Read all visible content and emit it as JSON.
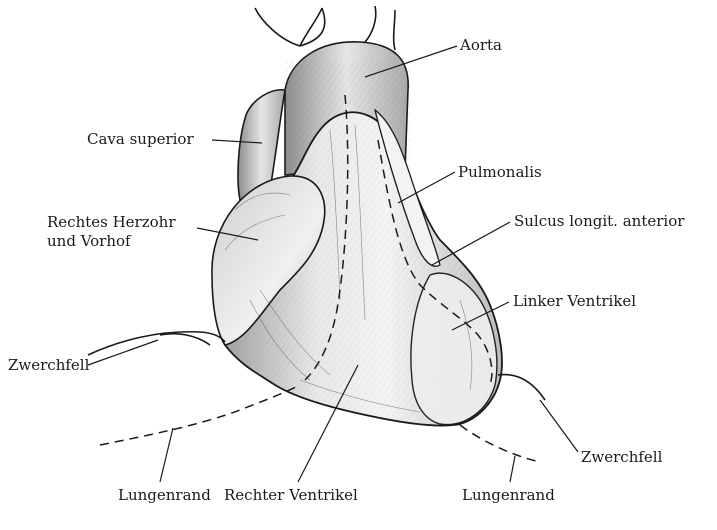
{
  "labels": {
    "aorta": "Aorta",
    "cava_superior": "Cava superior",
    "pulmonalis": "Pulmonalis",
    "rechtes_herzohr_line1": "Rechtes Herzohr",
    "rechtes_herzohr_line2": "und Vorhof",
    "sulcus": "Sulcus longit. anterior",
    "linker_ventrikel": "Linker Ventrikel",
    "zwerchfell_left": "Zwerchfell",
    "zwerchfell_right": "Zwerchfell",
    "lungenrand_left": "Lungenrand",
    "rechter_ventrikel": "Rechter Ventrikel",
    "lungenrand_right": "Lungenrand"
  }
}
